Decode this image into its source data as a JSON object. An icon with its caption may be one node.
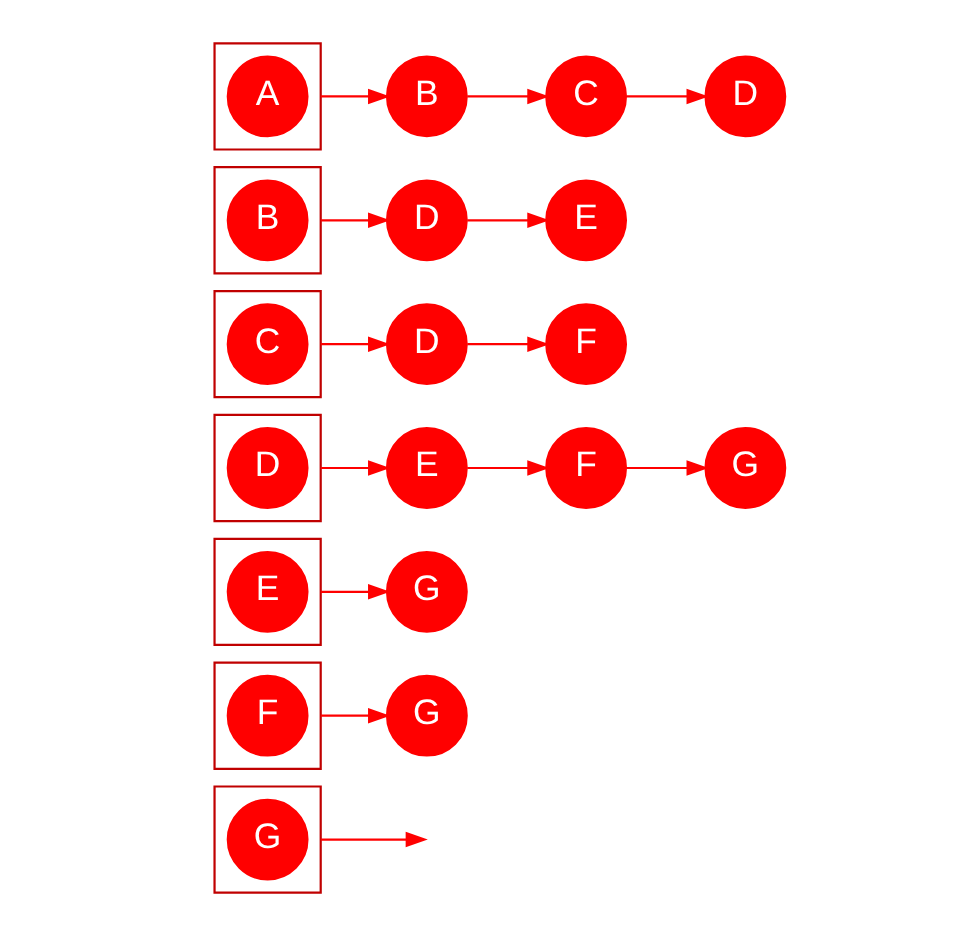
{
  "diagram": {
    "nodes": [
      {
        "text": [],
        "shape": "box"
      },
      {
        "text": [
          "A"
        ],
        "in": 0
      },
      {
        "text": [
          "B"
        ]
      },
      {
        "text": [
          "C"
        ]
      },
      {
        "text": [
          "D"
        ]
      },
      {
        "text": [],
        "shape": "box"
      },
      {
        "text": [
          "B"
        ],
        "in": 5
      },
      {
        "text": [
          "D"
        ]
      },
      {
        "text": [
          "E"
        ]
      },
      {
        "text": [],
        "shape": "box"
      },
      {
        "text": [
          "C"
        ],
        "in": 9
      },
      {
        "text": [
          "D"
        ]
      },
      {
        "text": [
          "F"
        ]
      },
      {
        "text": [],
        "shape": "box"
      },
      {
        "text": [
          "D"
        ],
        "in": 13
      },
      {
        "text": [
          "E"
        ]
      },
      {
        "text": [
          "F"
        ]
      },
      {
        "text": [
          "G"
        ]
      },
      {
        "text": [],
        "shape": "box"
      },
      {
        "text": [
          "E"
        ],
        "in": 18
      },
      {
        "text": [
          "G"
        ]
      },
      {
        "text": [],
        "shape": "box"
      },
      {
        "text": [
          "F"
        ],
        "in": 21
      },
      {
        "text": [
          "G"
        ]
      },
      {
        "text": [],
        "shape": "box"
      },
      {
        "text": [
          "G"
        ],
        "in": 24
      }
    ],
    "edges": [
      {
        "from": 0,
        "to": 2,
        "arrow": "to"
      },
      {
        "from": 2,
        "to": 3,
        "arrow": "to"
      },
      {
        "from": 3,
        "to": 4,
        "arrow": "to"
      },
      {
        "from": 5,
        "to": 7,
        "arrow": "to"
      },
      {
        "from": 7,
        "to": 8,
        "arrow": "to"
      },
      {
        "from": 9,
        "to": 11,
        "arrow": "to"
      },
      {
        "from": 11,
        "to": 12,
        "arrow": "to"
      },
      {
        "from": 13,
        "to": 15,
        "arrow": "to"
      },
      {
        "from": 15,
        "to": 16,
        "arrow": "to"
      },
      {
        "from": 16,
        "to": 17,
        "arrow": "to"
      },
      {
        "from": 18,
        "to": 20,
        "arrow": "to"
      },
      {
        "from": 21,
        "to": 23,
        "arrow": "to"
      },
      {
        "from": 24,
        "to": null,
        "arrow": "to"
      }
    ]
  }
}
